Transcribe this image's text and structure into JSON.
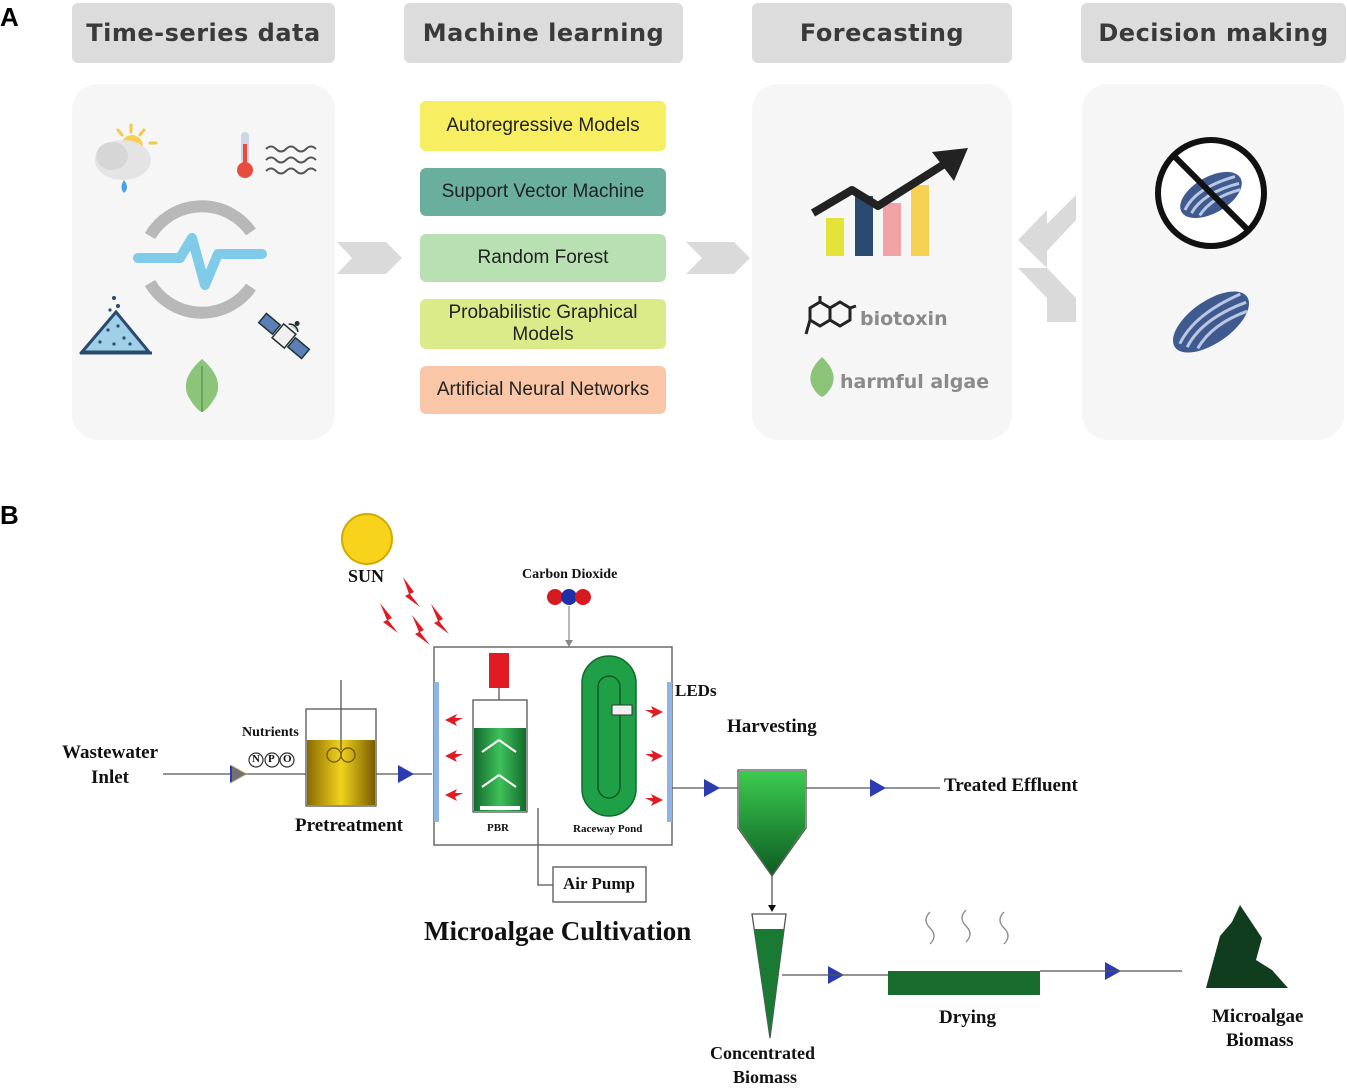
{
  "panel_a": {
    "letter": "A",
    "stages": [
      {
        "title": "Time-series data"
      },
      {
        "title": "Machine learning"
      },
      {
        "title": "Forecasting"
      },
      {
        "title": "Decision making"
      }
    ],
    "ml_methods": [
      {
        "label": "Autoregressive Models",
        "color": "#f7ee62"
      },
      {
        "label": "Support Vector Machine",
        "color": "#6aaf9e"
      },
      {
        "label": "Random Forest",
        "color": "#b9e0b3"
      },
      {
        "label": "Probabilistic Graphical Models",
        "color": "#dbeb8a"
      },
      {
        "label": "Artificial Neural Networks",
        "color": "#f9c7a7"
      }
    ],
    "forecast_items": [
      {
        "label": "biotoxin",
        "icon": "molecule-icon"
      },
      {
        "label": "harmful algae",
        "icon": "leaf-icon"
      }
    ]
  },
  "panel_b": {
    "letter": "B",
    "sun": "SUN",
    "carbon_dioxide": "Carbon Dioxide",
    "leds": "LEDs",
    "nutrients": "Nutrients",
    "npo": [
      "N",
      "P",
      "O"
    ],
    "wastewater_inlet": [
      "Wastewater",
      "Inlet"
    ],
    "pretreatment": "Pretreatment",
    "pbr": "PBR",
    "raceway_pond": "Raceway Pond",
    "air_pump": "Air Pump",
    "cultivation_title": "Microalgae Cultivation",
    "harvesting": "Harvesting",
    "treated_effluent": "Treated Effluent",
    "concentrated_biomass": [
      "Concentrated",
      "Biomass"
    ],
    "drying": "Drying",
    "microalgae_biomass": [
      "Microalgae",
      "Biomass"
    ]
  }
}
